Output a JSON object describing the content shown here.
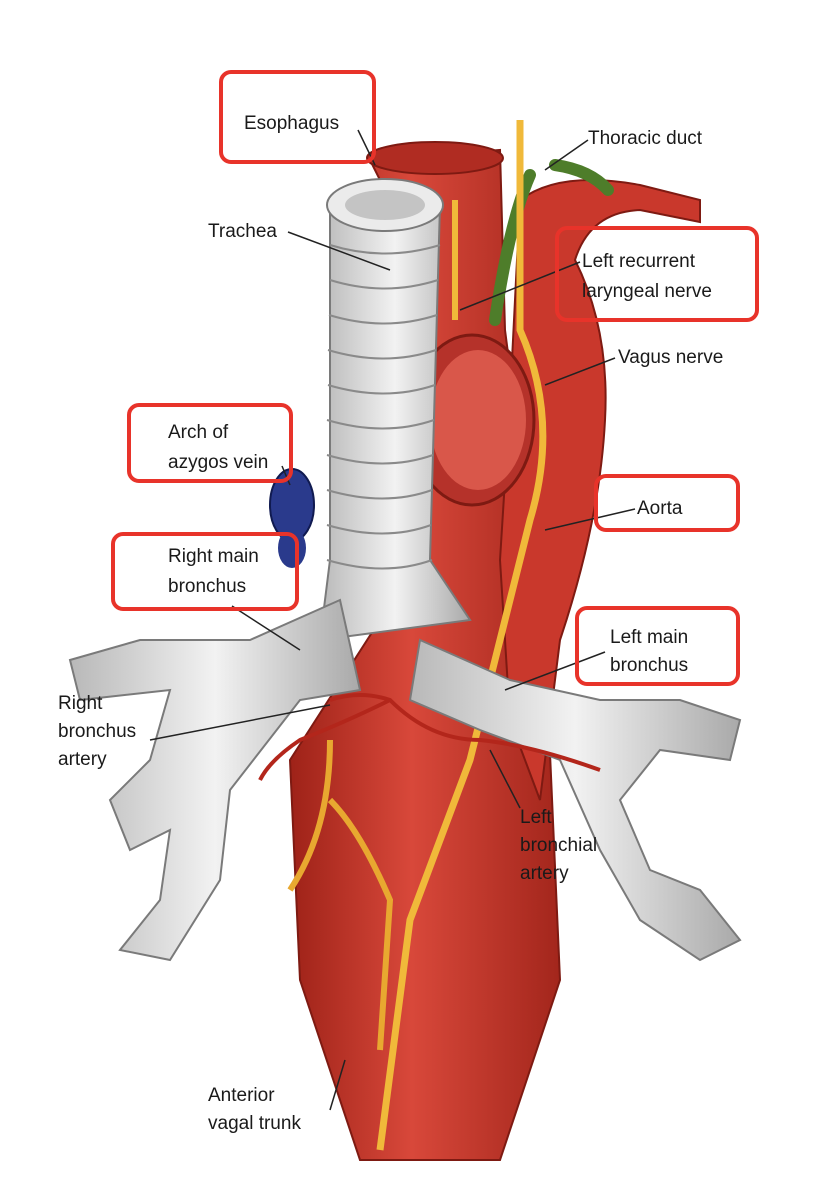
{
  "labels": {
    "esophagus": "Esophagus",
    "thoracic_duct": "Thoracic duct",
    "trachea": "Trachea",
    "left_recurrent_1": "Left recurrent",
    "left_recurrent_2": "laryngeal nerve",
    "vagus_nerve": "Vagus nerve",
    "arch_azygos_1": "Arch of",
    "arch_azygos_2": "azygos vein",
    "aorta": "Aorta",
    "right_main_bronchus_1": "Right main",
    "right_main_bronchus_2": "bronchus",
    "left_main_bronchus_1": "Left main",
    "left_main_bronchus_2": "bronchus",
    "right_bronchus_artery_1": "Right",
    "right_bronchus_artery_2": "bronchus",
    "right_bronchus_artery_3": "artery",
    "left_bronchial_artery_1": "Left",
    "left_bronchial_artery_2": "bronchial",
    "left_bronchial_artery_3": "artery",
    "anterior_vagal_trunk_1": "Anterior",
    "anterior_vagal_trunk_2": "vagal trunk"
  },
  "colors": {
    "highlight_box": "#e8332a",
    "muscle_red": "#c7352b",
    "nerve_yellow": "#f0b93a",
    "cartilage_gray": "#d9d9d9",
    "vein_blue": "#2a3a8c",
    "duct_green": "#4e7d2a"
  }
}
